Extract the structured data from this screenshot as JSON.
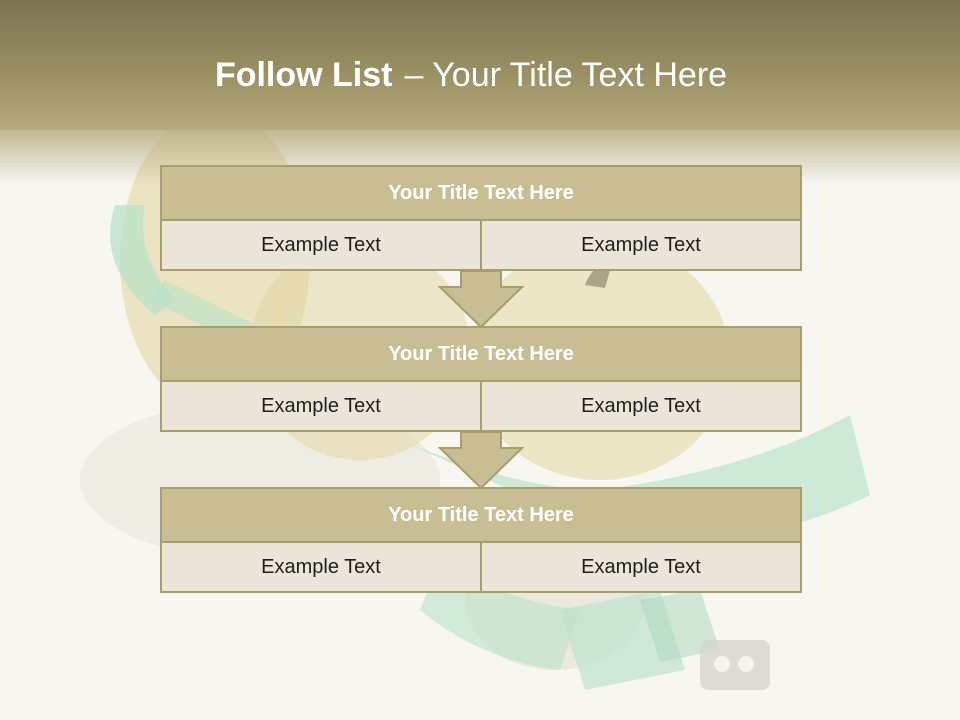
{
  "slide": {
    "title_bold": "Follow List",
    "title_rest": "– Your Title Text Here"
  },
  "steps": [
    {
      "title": "Your Title Text Here",
      "left": "Example Text",
      "right": "Example Text"
    },
    {
      "title": "Your Title Text Here",
      "left": "Example Text",
      "right": "Example Text"
    },
    {
      "title": "Your Title Text Here",
      "left": "Example Text",
      "right": "Example Text"
    }
  ],
  "colors": {
    "header": "#9a8f63",
    "box_title": "#c8bd93",
    "box_border": "#a89d6c",
    "box_body": "#ece6da"
  }
}
